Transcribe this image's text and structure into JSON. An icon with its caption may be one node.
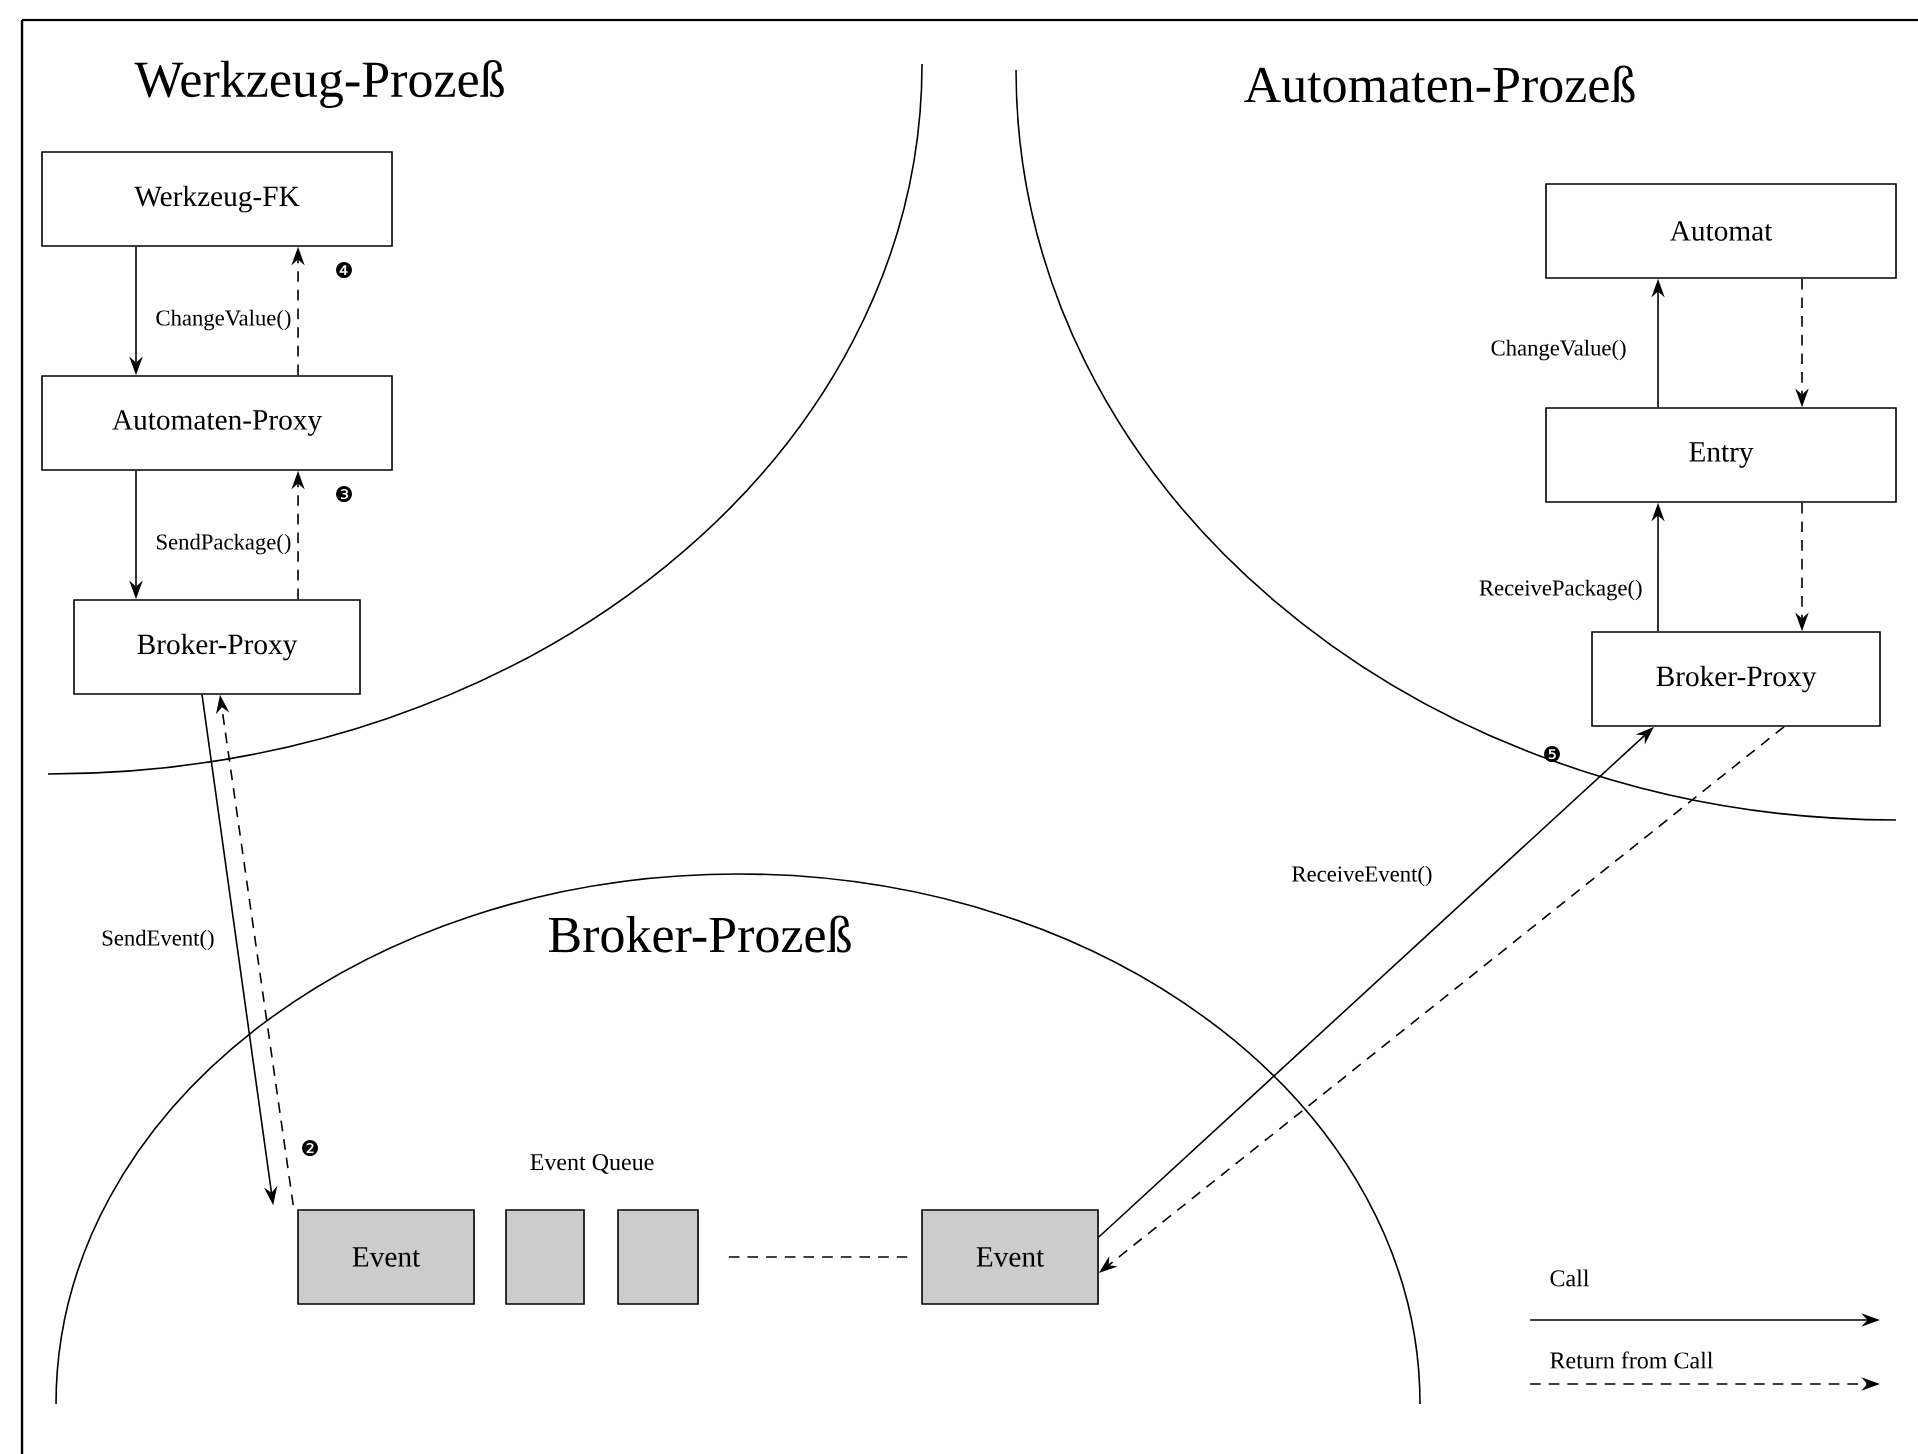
{
  "diagram": {
    "nodes": [
      {
        "text": [
          "Werkzeug-FK"
        ]
      },
      {
        "text": [
          "Automaten-Proxy"
        ]
      },
      {
        "text": [
          "Broker-Proxy"
        ]
      },
      {
        "text": [
          "Automat"
        ]
      },
      {
        "text": [
          "Entry"
        ]
      },
      {
        "text": [
          "Broker-Proxy"
        ]
      },
      {
        "text": [
          "Event"
        ]
      },
      {
        "text": [],
        "shape": "box"
      },
      {
        "text": [],
        "shape": "box"
      },
      {
        "text": [
          "Event"
        ]
      }
    ],
    "edges": [
      {
        "from": 0,
        "to": 1,
        "arrow": "to",
        "label": "ChangeValue()"
      },
      {
        "from": 1,
        "to": 0,
        "arrow": "to",
        "style": "dashed"
      },
      {
        "from": 1,
        "to": 2,
        "arrow": "to",
        "label": "SendPackage()"
      },
      {
        "from": 2,
        "to": 1,
        "arrow": "to",
        "style": "dashed"
      },
      {
        "from": 2,
        "to": 6,
        "arrow": "to",
        "label": "SendEvent()"
      },
      {
        "from": 6,
        "to": 2,
        "arrow": "to",
        "style": "dashed"
      },
      {
        "from": 4,
        "to": 3,
        "arrow": "to",
        "label": "ChangeValue()"
      },
      {
        "from": 3,
        "to": 4,
        "arrow": "to",
        "style": "dashed"
      },
      {
        "from": 5,
        "to": 4,
        "arrow": "to",
        "label": "ReceivePackage()"
      },
      {
        "from": 4,
        "to": 5,
        "arrow": "to",
        "style": "dashed"
      },
      {
        "from": 9,
        "to": 5,
        "arrow": "to",
        "label": "ReceiveEvent()"
      },
      {
        "from": 5,
        "to": 9,
        "arrow": "to",
        "style": "dashed"
      },
      {
        "from": 8,
        "to": 9,
        "arrow": "none",
        "style": "dashed"
      }
    ],
    "labels": [
      "Werkzeug-Prozeß",
      "Automaten-Prozeß",
      "❹",
      "❸",
      "❺",
      "Broker-Prozeß",
      "❷",
      "Event Queue"
    ],
    "legend": [
      {
        "text": "Call"
      },
      {
        "text": "Return from Call"
      }
    ]
  }
}
